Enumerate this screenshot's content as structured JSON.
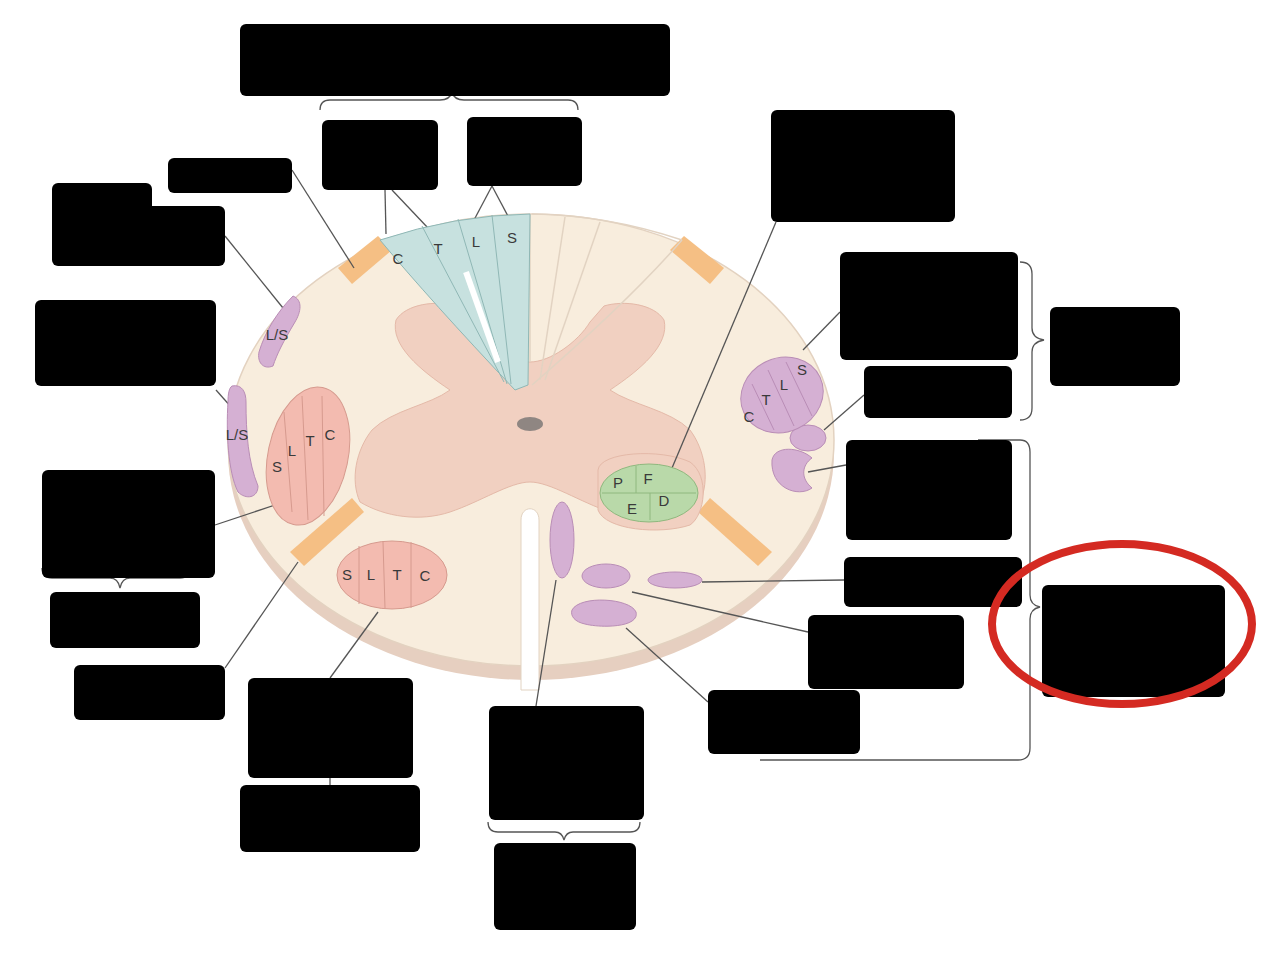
{
  "diagram": {
    "nodes": [
      {
        "text": [
          "C",
          "T",
          "L",
          "S"
        ]
      },
      {
        "text": [
          "L/S"
        ]
      },
      {
        "text": [
          "L/S"
        ]
      },
      {
        "text": [
          "S",
          "L",
          "T",
          "C"
        ]
      },
      {
        "text": [
          "S",
          "L",
          "T",
          "C"
        ]
      },
      {
        "text": [
          "C",
          "T",
          "L",
          "S"
        ]
      },
      {
        "text": [
          "P",
          "F",
          "E",
          "D"
        ]
      }
    ]
  }
}
